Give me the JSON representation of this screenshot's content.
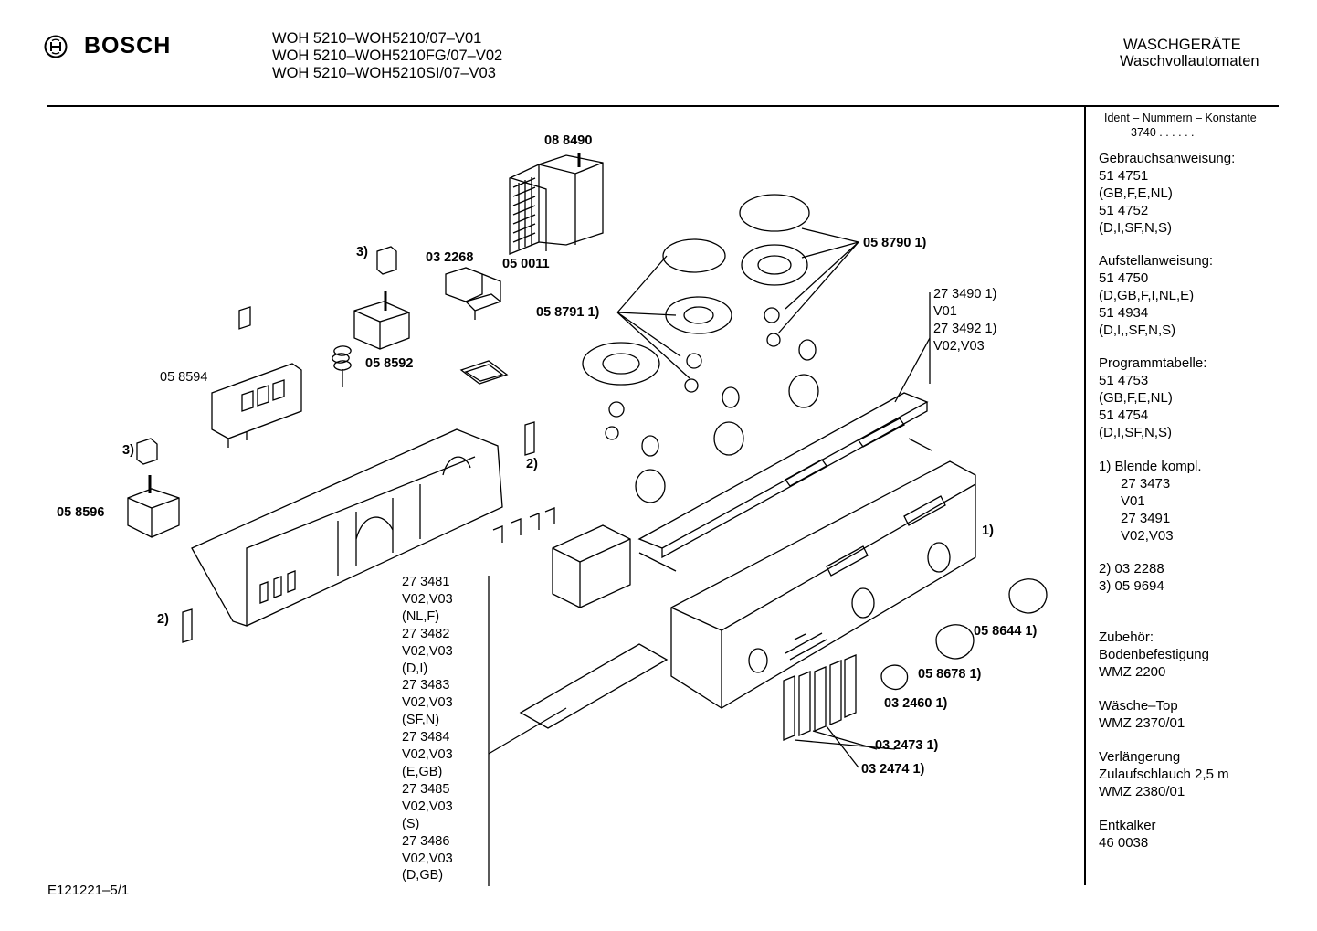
{
  "header": {
    "brand": "BOSCH",
    "models": [
      "WOH 5210–WOH5210/07–V01",
      "WOH 5210–WOH5210FG/07–V02",
      "WOH 5210–WOH5210SI/07–V03"
    ],
    "category": "WASCHGERÄTE",
    "subcategory": "Waschvollautomaten"
  },
  "sidebar": {
    "ident_title": "Ident – Nummern – Konstante",
    "ident_value": "3740 . . . . . .",
    "sections": [
      {
        "title": "Gebrauchsanweisung:",
        "lines": [
          "51 4751",
          "(GB,F,E,NL)",
          "51 4752",
          "(D,I,SF,N,S)"
        ]
      },
      {
        "title": "Aufstellanweisung:",
        "lines": [
          "51 4750",
          "(D,GB,F,I,NL,E)",
          "51 4934",
          "(D,I,,SF,N,S)"
        ]
      },
      {
        "title": "Programmtabelle:",
        "lines": [
          "51 4753",
          "(GB,F,E,NL)",
          "51 4754",
          "(D,I,SF,N,S)"
        ]
      },
      {
        "title": "1)  Blende kompl.",
        "lines": [
          "27 3473",
          "V01",
          "27 3491",
          "V02,V03"
        ]
      },
      {
        "title": "2)  03 2288",
        "lines": [
          "3)  05 9694"
        ]
      },
      {
        "title": "Zubehör:",
        "lines": [
          "Bodenbefestigung",
          "WMZ 2200"
        ]
      },
      {
        "title": "Wäsche–Top",
        "lines": [
          "WMZ 2370/01"
        ]
      },
      {
        "title": "Verlängerung",
        "lines": [
          "Zulaufschlauch 2,5 m",
          "WMZ 2380/01"
        ]
      },
      {
        "title": "Entkalker",
        "lines": [
          "46 0038"
        ]
      }
    ]
  },
  "parts": {
    "p088490": "08 8490",
    "p032268": "03 2268",
    "p050011": "05 0011",
    "p058790": "05 8790 1)",
    "p058791": "05 8791 1)",
    "p058592": "05 8592",
    "p058594": "05 8594",
    "p058596": "05 8596",
    "p058644": "05 8644 1)",
    "p058678": "05 8678 1)",
    "p032460": "03 2460 1)",
    "p032473": "03 2473 1)",
    "p032474": "03 2474 1)",
    "ref1": "1)",
    "ref2a": "2)",
    "ref2b": "2)",
    "ref3a": "3)",
    "ref3b": "3)"
  },
  "panel_variants": [
    "27 3490 1)",
    "V01",
    "27 3492 1)",
    "V02,V03"
  ],
  "foil_variants": [
    "27 3481",
    "V02,V03",
    "(NL,F)",
    "27 3482",
    "V02,V03",
    "(D,I)",
    "27 3483",
    "V02,V03",
    "(SF,N)",
    "27 3484",
    "V02,V03",
    "(E,GB)",
    "27 3485",
    "V02,V03",
    "(S)",
    "27 3486",
    "V02,V03",
    "(D,GB)"
  ],
  "footer": {
    "code": "E121221–5/1"
  }
}
